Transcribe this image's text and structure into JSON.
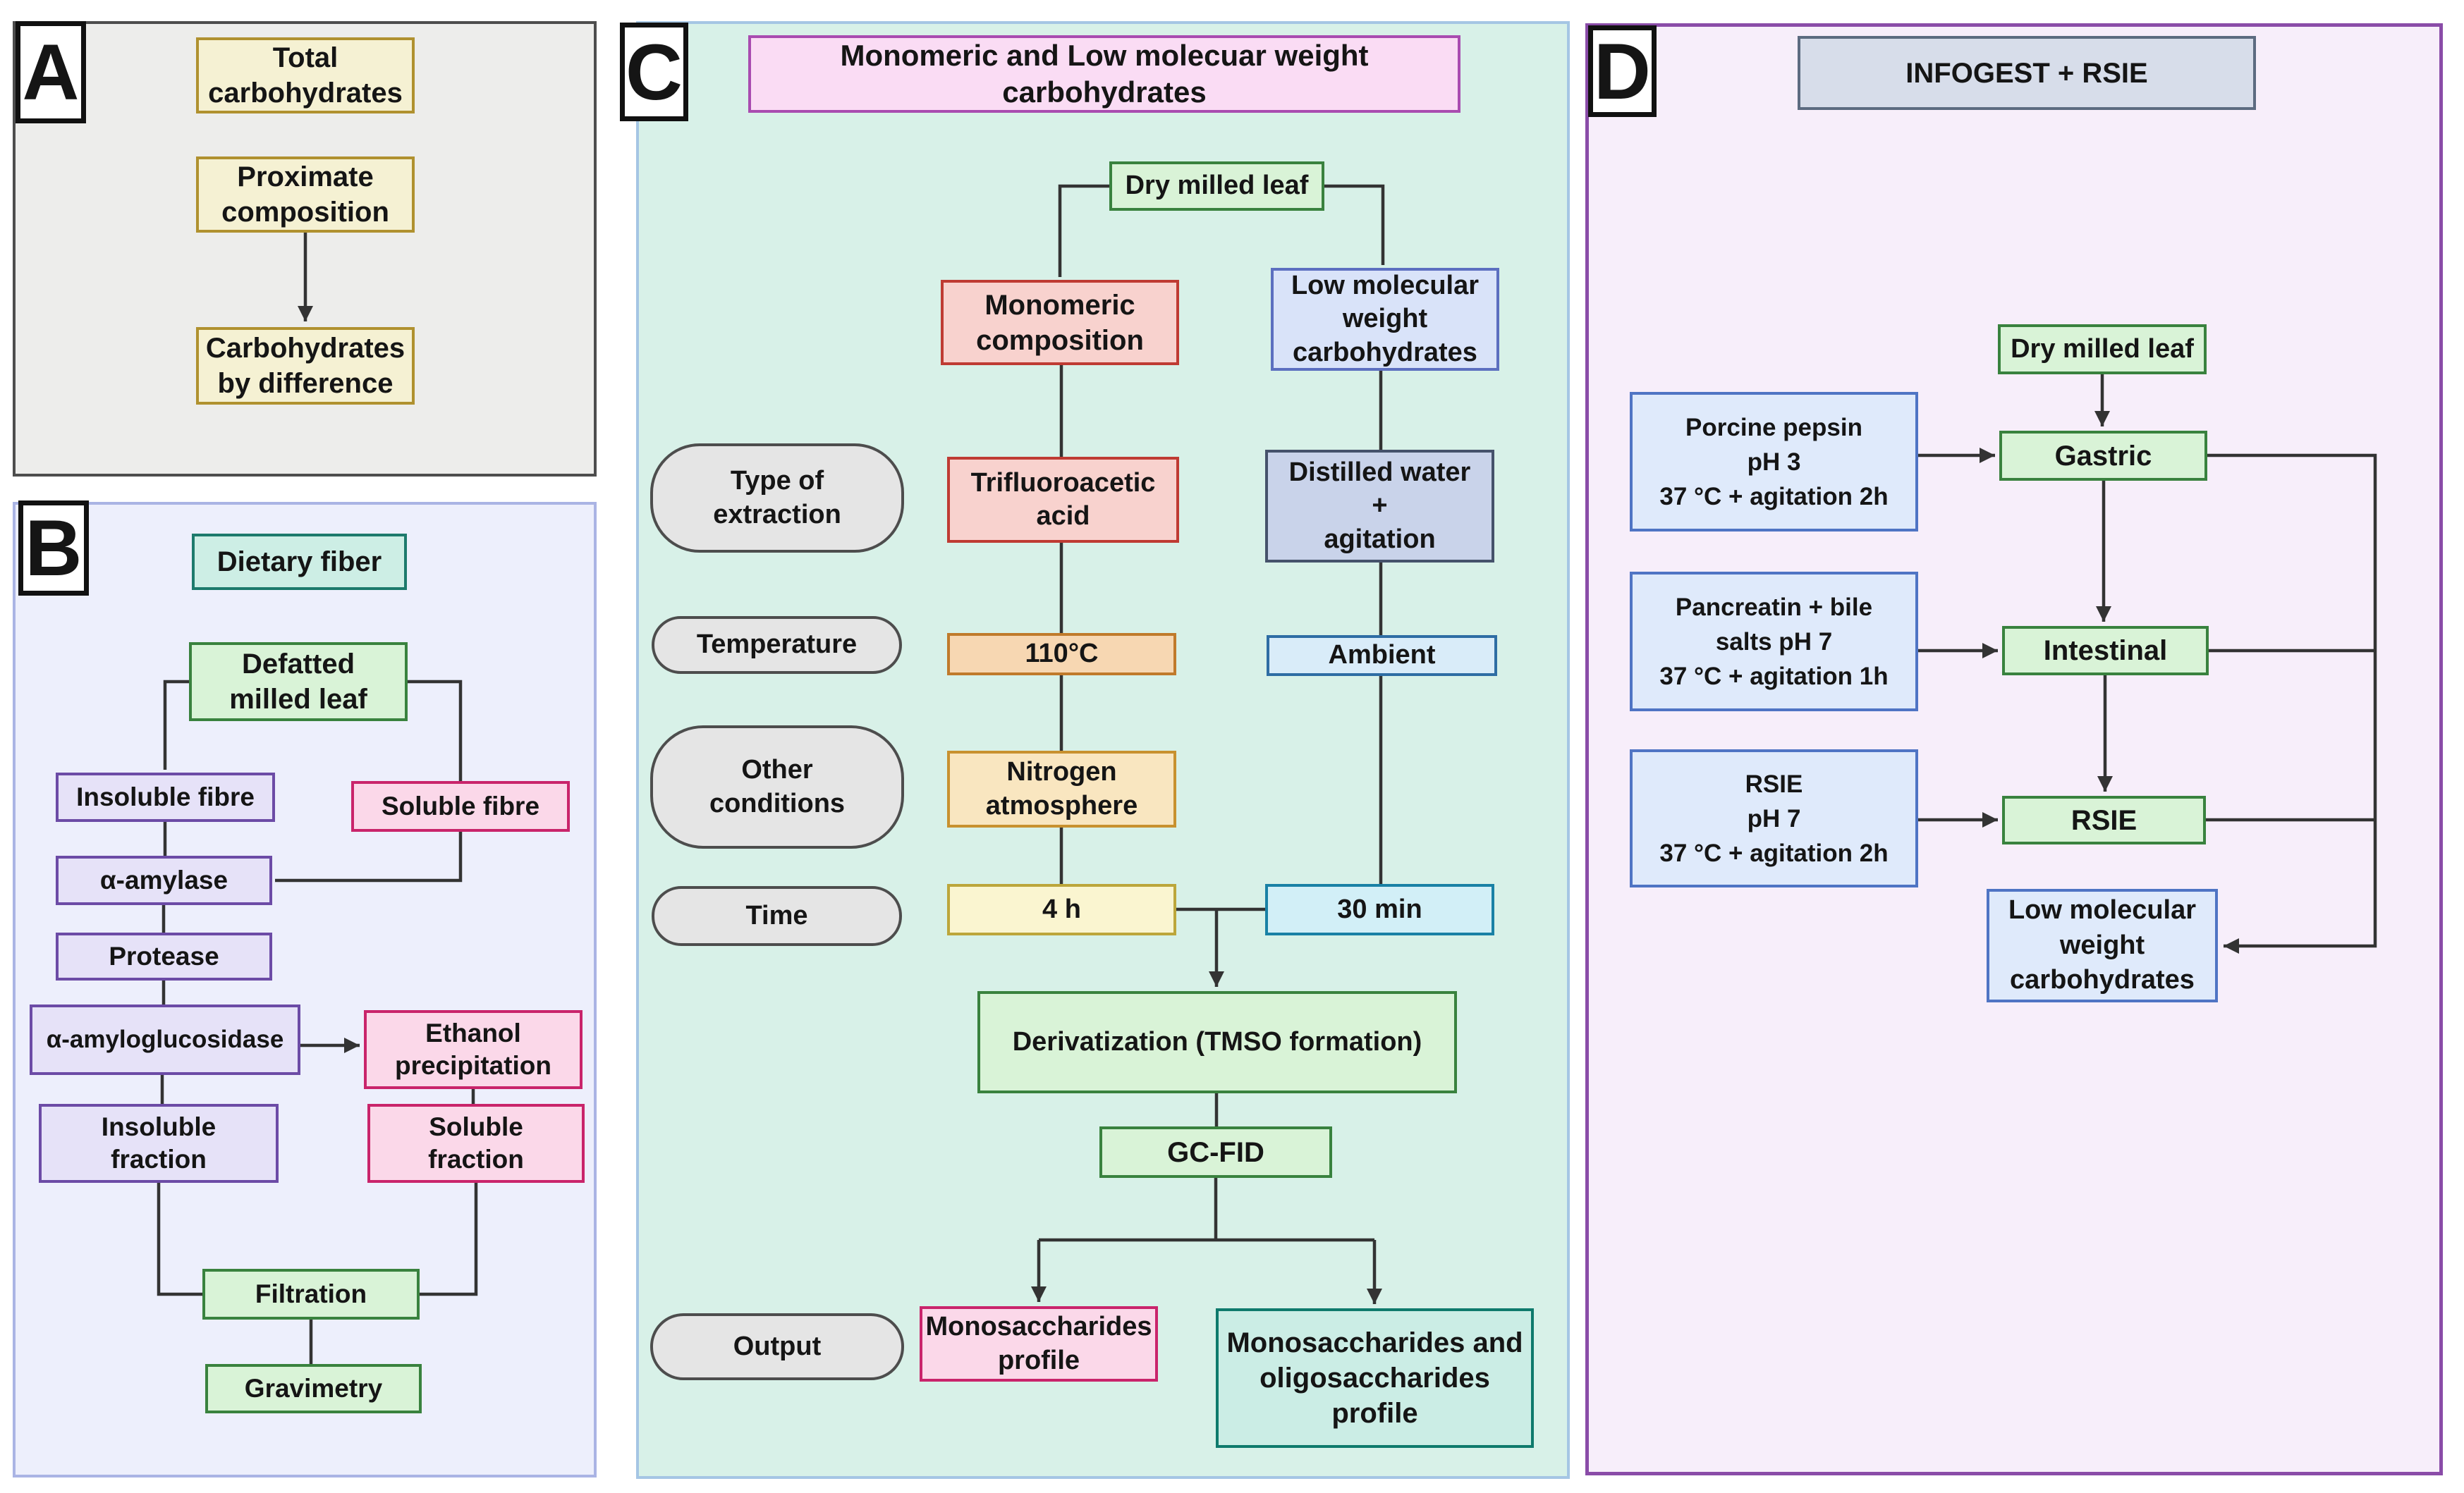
{
  "figure_title": "Carbohydrate analysis workflow diagram",
  "palette": {
    "panel_a_bg": "#EDEDEB",
    "panel_b_bg": "#EDEFFC",
    "panel_c_bg": "#D8F1E8",
    "panel_d_bg": "#F7EEFA",
    "panel_d_border": "#8A4CA8",
    "cream_box": "#F5F1D3",
    "green_box": "#D9F3D7",
    "purple_box": "#E6E2F8",
    "pink_box": "#FBD8E9",
    "salmon_box": "#F8D2CE",
    "periwinkle_box": "#D9E3F9",
    "gray_pill": "#E5E5E5",
    "teal_box": "#CBEDE5",
    "blue_condition_box": "#DFEAFB",
    "line_color": "#333333"
  },
  "panel_a": {
    "label": "A",
    "nodes": {
      "total_carbohydrates": "Total\ncarbohydrates",
      "proximate_composition": "Proximate\ncomposition",
      "carbohydrates_by_difference": "Carbohydrates\nby difference"
    }
  },
  "panel_b": {
    "label": "B",
    "title": "Dietary fiber",
    "nodes": {
      "defatted_milled_leaf": "Defatted\nmilled leaf",
      "insoluble_fibre": "Insoluble fibre",
      "soluble_fibre": "Soluble fibre",
      "alpha_amylase": "α-amylase",
      "protease": "Protease",
      "alpha_amyloglucosidase": "α-amyloglucosidase",
      "ethanol_precipitation": "Ethanol\nprecipitation",
      "insoluble_fraction": "Insoluble\nfraction",
      "soluble_fraction": "Soluble\nfraction",
      "filtration": "Filtration",
      "gravimetry": "Gravimetry"
    }
  },
  "panel_c": {
    "label": "C",
    "title": "Monomeric and Low molecuar weight\ncarbohydrates",
    "row_labels": {
      "type_of_extraction": "Type of\nextraction",
      "temperature": "Temperature",
      "other_conditions": "Other\nconditions",
      "time": "Time",
      "output": "Output"
    },
    "nodes": {
      "dry_milled_leaf": "Dry milled leaf",
      "monomeric_composition": "Monomeric\ncomposition",
      "low_molecular_weight_carbohydrates": "Low molecular\nweight\ncarbohydrates",
      "trifluoroacetic_acid": "Trifluoroacetic\nacid",
      "distilled_water_agitation": "Distilled water\n+\nagitation",
      "temp_110": "110°C",
      "ambient": "Ambient",
      "nitrogen_atmosphere": "Nitrogen\natmosphere",
      "time_4h": "4 h",
      "time_30min": "30 min",
      "derivatization": "Derivatization (TMSO formation)",
      "gc_fid": "GC-FID",
      "monosaccharides_profile": "Monosaccharides\nprofile",
      "monosaccharides_oligosaccharides_profile": "Monosaccharides and\noligosaccharides\nprofile"
    }
  },
  "panel_d": {
    "label": "D",
    "title": "INFOGEST + RSIE",
    "nodes": {
      "dry_milled_leaf": "Dry milled leaf",
      "porcine_pepsin": "Porcine pepsin\npH 3\n37 °C + agitation 2h",
      "gastric": "Gastric",
      "pancreatin_bile": "Pancreatin +  bile\nsalts pH 7\n37 °C + agitation 1h",
      "intestinal": "Intestinal",
      "rsie_conditions": "RSIE\npH 7\n37 °C + agitation 2h",
      "rsie": "RSIE",
      "low_molecular_weight_carbohydrates": "Low molecular\nweight\ncarbohydrates"
    }
  }
}
